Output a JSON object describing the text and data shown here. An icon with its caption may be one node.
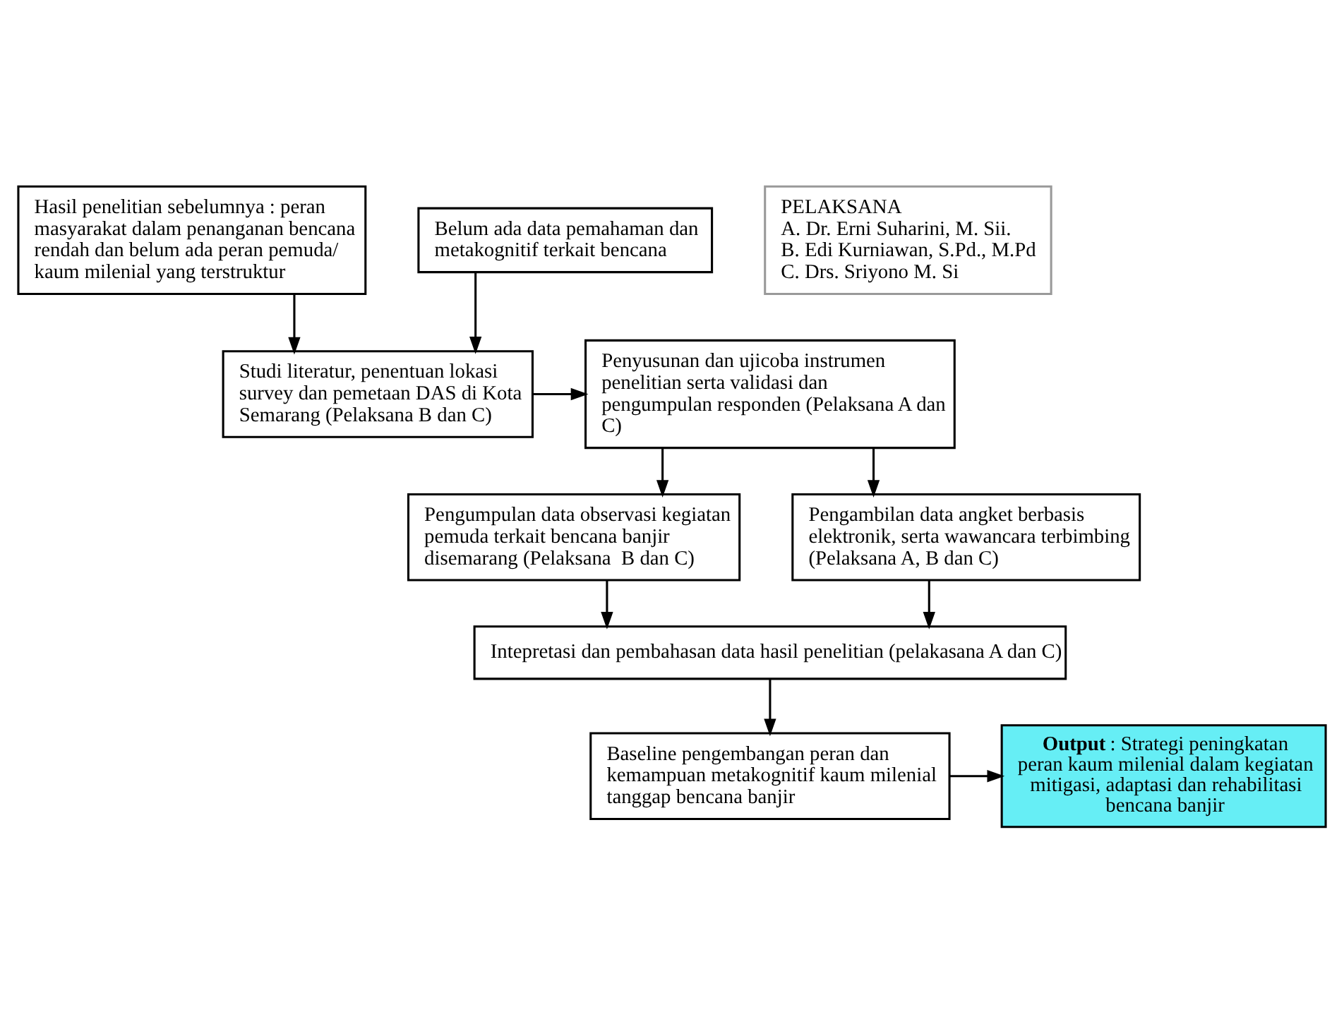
{
  "diagram": {
    "nodes": [
      {
        "text": [
          "Hasil penelitian sebelumnya : peran masyarakat dalam penanganan bencana rendah dan belum ada peran pemuda/ kaum milenial yang terstruktur"
        ]
      },
      {
        "text": [
          "Belum ada data pemahaman dan metakognitif terkait bencana"
        ]
      },
      {
        "text": [
          "Studi literatur, penentuan lokasi survey dan pemetaan DAS di Kota Semarang (Pelaksana B dan C)"
        ]
      },
      {
        "text": [
          "Penyusunan dan ujicoba instrumen penelitian serta validasi dan pengumpulan responden (Pelaksana A dan C)"
        ]
      },
      {
        "text": [
          "Pengumpulan data observasi kegiatan pemuda terkait bencana banjir disemarang (Pelaksana  B dan C)"
        ]
      },
      {
        "text": [
          "Pengambilan data angket berbasis elektronik, serta wawancara terbimbing (Pelaksana A, B dan C)"
        ]
      },
      {
        "text": [
          "Intepretasi dan pembahasan data hasil penelitian (pelakasana A dan C)"
        ]
      },
      {
        "text": [
          "Baseline pengembangan peran dan kemampuan metakognitif kaum milenial tanggap bencana banjir"
        ]
      },
      {
        "text": [
          "**Output** : Strategi peningkatan peran kaum milenial dalam kegiatan mitigasi, adaptasi dan rehabilitasi bencana banjir"
        ]
      },
      {
        "text": [
          "PELAKSANA",
          "A. Dr. Erni Suharini, M. Sii.",
          "B. Edi Kurniawan, S.Pd., M.Pd",
          "C. Drs. Sriyono M. Si"
        ]
      }
    ],
    "edges": [
      {
        "from": 0,
        "to": 2,
        "arrow": "to"
      },
      {
        "from": 1,
        "to": 2,
        "arrow": "to"
      },
      {
        "from": 2,
        "to": 3,
        "arrow": "to"
      },
      {
        "from": 3,
        "to": 4,
        "arrow": "to"
      },
      {
        "from": 3,
        "to": 5,
        "arrow": "to"
      },
      {
        "from": 4,
        "to": 6,
        "arrow": "to"
      },
      {
        "from": 5,
        "to": 6,
        "arrow": "to"
      },
      {
        "from": 6,
        "to": 7,
        "arrow": "to"
      },
      {
        "from": 7,
        "to": 8,
        "arrow": "to"
      }
    ]
  }
}
